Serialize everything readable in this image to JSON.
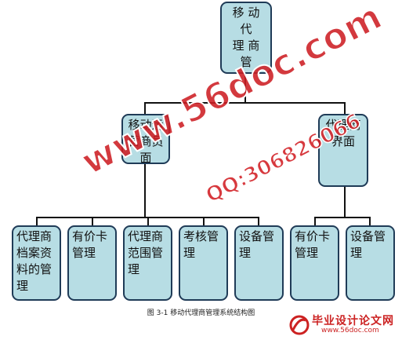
{
  "diagram": {
    "root": "移 动 代\n理 商 管\n理系统",
    "branches": [
      {
        "label": "移动运\n营商员\n面",
        "children": [
          "代理商\n档案资\n料的管\n理",
          "有价卡\n管理",
          "代理商\n范围管\n理",
          "考核管\n理",
          "设备管\n理"
        ]
      },
      {
        "label": "代理商\n界面",
        "children": [
          "有价卡\n管理",
          "设备管\n理"
        ]
      }
    ],
    "caption": "图 3-1 移动代理商管理系统结构图"
  },
  "watermark": {
    "main": "www.56doc.com",
    "qq": "QQ:306826066"
  },
  "logo": {
    "title": "毕业设计论文网",
    "url": "www.56doc.com"
  },
  "colors": {
    "box_fill": "#b7dde4",
    "box_border": "#1f3b57",
    "watermark": "#cc2222"
  }
}
